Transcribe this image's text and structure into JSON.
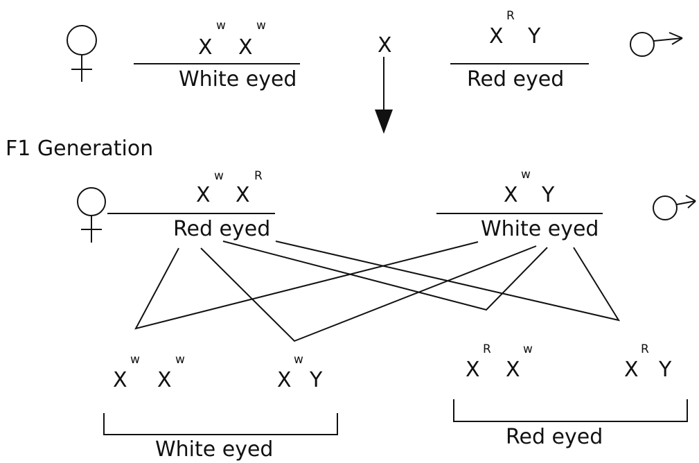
{
  "parents": {
    "female": {
      "allele1": "X",
      "sup1": "w",
      "allele2": "X",
      "sup2": "w",
      "phenotype": "White eyed"
    },
    "cross_symbol": "X",
    "male": {
      "allele1": "X",
      "sup1": "R",
      "allele2": "Y",
      "phenotype": "Red eyed"
    }
  },
  "f1": {
    "heading": "F1 Generation",
    "female": {
      "allele1": "X",
      "sup1": "w",
      "allele2": "X",
      "sup2": "R",
      "phenotype": "Red eyed"
    },
    "male": {
      "allele1": "X",
      "sup1": "w",
      "allele2": "Y",
      "phenotype": "White eyed"
    }
  },
  "f2": {
    "offspring": [
      {
        "allele1": "X",
        "sup1": "w",
        "allele2": "X",
        "sup2": "w"
      },
      {
        "allele1": "X",
        "sup1": "w",
        "allele2": "Y",
        "sup2": ""
      },
      {
        "allele1": "X",
        "sup1": "R",
        "allele2": "X",
        "sup2": "w"
      },
      {
        "allele1": "X",
        "sup1": "R",
        "allele2": "Y",
        "sup2": ""
      }
    ],
    "group_left_label": "White eyed",
    "group_right_label": "Red eyed"
  }
}
